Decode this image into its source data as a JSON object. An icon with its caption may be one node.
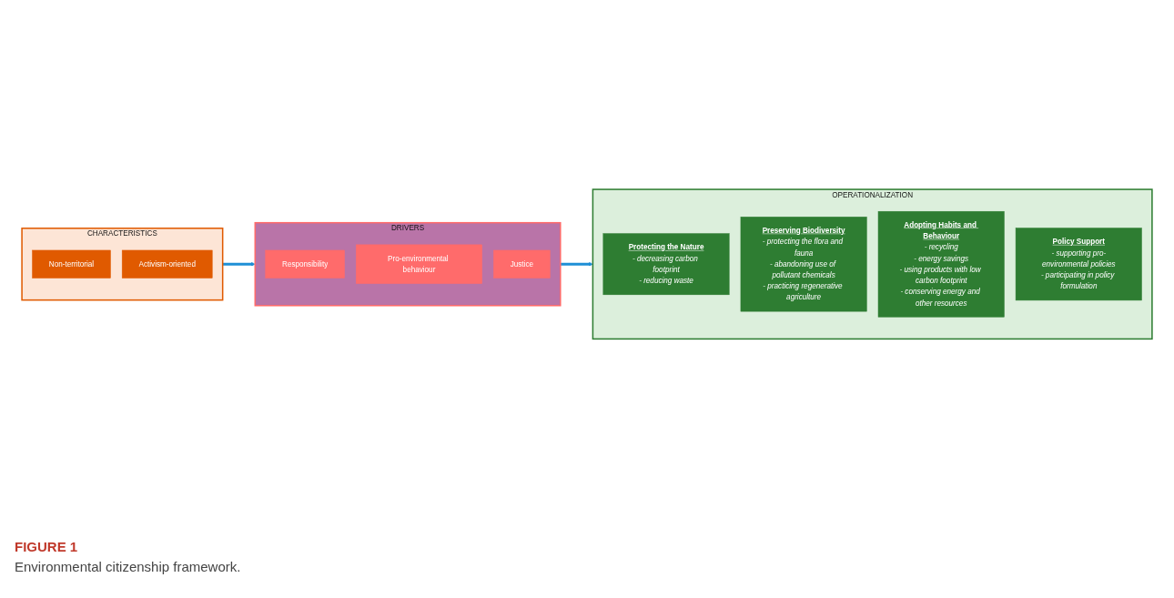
{
  "diagram": {
    "title": "FIGURE 1",
    "caption": "Environmental citizenship framework.",
    "nodes": [
      {
        "text": [
          "CHARACTERISTICS"
        ]
      },
      {
        "text": [
          "Non-territorial"
        ],
        "in": 0
      },
      {
        "text": [
          "Activism-oriented"
        ],
        "in": 0
      },
      {
        "text": [
          "DRIVERS"
        ]
      },
      {
        "text": [
          "Responsibility"
        ],
        "in": 3
      },
      {
        "text": [
          "Pro-environmental behaviour"
        ],
        "in": 3
      },
      {
        "text": [
          "Justice"
        ],
        "in": 3
      },
      {
        "text": [
          "OPERATIONALIZATION"
        ]
      },
      {
        "text": [
          "Protecting the Nature",
          "- decreasing carbon footprint",
          "- reducing waste"
        ],
        "in": 7
      },
      {
        "text": [
          "Preserving Biodiversity",
          "- protecting the flora and fauna",
          "- abandoning use of pollutant chemicals",
          "- practicing regenerative agriculture"
        ],
        "in": 7
      },
      {
        "text": [
          "Adopting Habits and Behaviour",
          "- recycling",
          "- energy savings",
          "- using products with low carbon footprint",
          "- conserving energy and other resources"
        ],
        "in": 7
      },
      {
        "text": [
          "Policy Support",
          "- supporting pro-environmental policies",
          "- participating in policy formulation"
        ],
        "in": 7
      }
    ],
    "edges": [
      {
        "from": 0,
        "to": 3,
        "arrow": "to"
      },
      {
        "from": 3,
        "to": 7,
        "arrow": "to"
      }
    ]
  }
}
